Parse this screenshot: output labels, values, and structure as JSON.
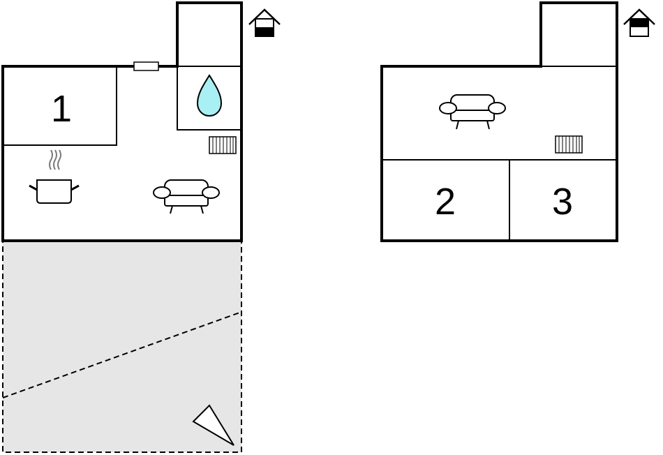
{
  "rooms": [
    {
      "number": "1"
    },
    {
      "number": "2"
    },
    {
      "number": "3"
    }
  ],
  "floors": [
    {
      "floor_icon": "house-ground-floor-icon"
    },
    {
      "floor_icon": "house-upper-floor-icon"
    }
  ],
  "icons": {
    "bathroom": "water-drop-icon",
    "kitchen": "cooking-pot-icon",
    "living_room": "sofa-icon",
    "heating": "radiator-icon",
    "terrace_direction": "compass-pointer-icon"
  },
  "colors": {
    "walls": "#000000",
    "water_drop": "#a8f0f4",
    "terrace_fill": "#e6e6e6",
    "steam": "#7a7a7a",
    "house_icon_fill": "#000000"
  }
}
